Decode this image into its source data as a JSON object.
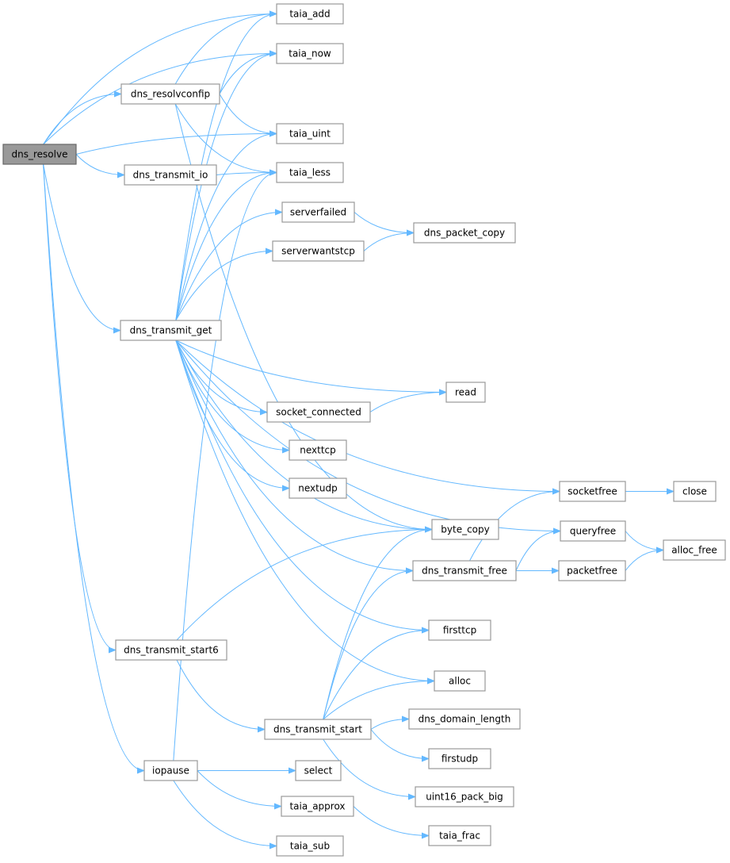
{
  "graph": {
    "root": "dns_resolve",
    "colors": {
      "edge": "#63b8ff",
      "node_border": "#999999",
      "root_fill": "#999999"
    },
    "nodes": {
      "dns_resolve": "dns_resolve",
      "taia_add": "taia_add",
      "taia_now": "taia_now",
      "dns_resolvconfip": "dns_resolvconfip",
      "taia_uint": "taia_uint",
      "taia_less": "taia_less",
      "dns_transmit_io": "dns_transmit_io",
      "serverfailed": "serverfailed",
      "dns_packet_copy": "dns_packet_copy",
      "serverwantstcp": "serverwantstcp",
      "dns_transmit_get": "dns_transmit_get",
      "read": "read",
      "socket_connected": "socket_connected",
      "nexttcp": "nexttcp",
      "nextudp": "nextudp",
      "socketfree": "socketfree",
      "close": "close",
      "byte_copy": "byte_copy",
      "queryfree": "queryfree",
      "alloc_free": "alloc_free",
      "dns_transmit_free": "dns_transmit_free",
      "packetfree": "packetfree",
      "firsttcp": "firsttcp",
      "dns_transmit_start6": "dns_transmit_start6",
      "alloc": "alloc",
      "dns_domain_length": "dns_domain_length",
      "dns_transmit_start": "dns_transmit_start",
      "firstudp": "firstudp",
      "iopause": "iopause",
      "select": "select",
      "uint16_pack_big": "uint16_pack_big",
      "taia_approx": "taia_approx",
      "taia_frac": "taia_frac",
      "taia_sub": "taia_sub"
    },
    "edges": [
      [
        "dns_resolve",
        "taia_add"
      ],
      [
        "dns_resolve",
        "taia_now"
      ],
      [
        "dns_resolve",
        "dns_resolvconfip"
      ],
      [
        "dns_resolve",
        "taia_uint"
      ],
      [
        "dns_resolve",
        "dns_transmit_io"
      ],
      [
        "dns_resolve",
        "dns_transmit_get"
      ],
      [
        "dns_resolve",
        "dns_transmit_start6"
      ],
      [
        "dns_resolve",
        "iopause"
      ],
      [
        "dns_resolvconfip",
        "taia_add"
      ],
      [
        "dns_resolvconfip",
        "taia_now"
      ],
      [
        "dns_resolvconfip",
        "taia_uint"
      ],
      [
        "dns_resolvconfip",
        "taia_less"
      ],
      [
        "dns_resolvconfip",
        "byte_copy"
      ],
      [
        "dns_transmit_io",
        "taia_less"
      ],
      [
        "dns_transmit_get",
        "taia_add"
      ],
      [
        "dns_transmit_get",
        "taia_now"
      ],
      [
        "dns_transmit_get",
        "taia_uint"
      ],
      [
        "dns_transmit_get",
        "taia_less"
      ],
      [
        "dns_transmit_get",
        "serverfailed"
      ],
      [
        "dns_transmit_get",
        "serverwantstcp"
      ],
      [
        "dns_transmit_get",
        "socketfree"
      ],
      [
        "dns_transmit_get",
        "queryfree"
      ],
      [
        "dns_transmit_get",
        "read"
      ],
      [
        "dns_transmit_get",
        "socket_connected"
      ],
      [
        "dns_transmit_get",
        "nexttcp"
      ],
      [
        "dns_transmit_get",
        "nextudp"
      ],
      [
        "dns_transmit_get",
        "byte_copy"
      ],
      [
        "dns_transmit_get",
        "dns_transmit_free"
      ],
      [
        "dns_transmit_get",
        "firsttcp"
      ],
      [
        "dns_transmit_get",
        "alloc"
      ],
      [
        "serverfailed",
        "dns_packet_copy"
      ],
      [
        "serverwantstcp",
        "dns_packet_copy"
      ],
      [
        "socket_connected",
        "read"
      ],
      [
        "socketfree",
        "close"
      ],
      [
        "queryfree",
        "alloc_free"
      ],
      [
        "packetfree",
        "alloc_free"
      ],
      [
        "dns_transmit_free",
        "socketfree"
      ],
      [
        "dns_transmit_free",
        "queryfree"
      ],
      [
        "dns_transmit_free",
        "packetfree"
      ],
      [
        "dns_transmit_start6",
        "byte_copy"
      ],
      [
        "dns_transmit_start6",
        "dns_transmit_start"
      ],
      [
        "dns_transmit_start",
        "byte_copy"
      ],
      [
        "dns_transmit_start",
        "dns_transmit_free"
      ],
      [
        "dns_transmit_start",
        "firsttcp"
      ],
      [
        "dns_transmit_start",
        "alloc"
      ],
      [
        "dns_transmit_start",
        "dns_domain_length"
      ],
      [
        "dns_transmit_start",
        "firstudp"
      ],
      [
        "dns_transmit_start",
        "uint16_pack_big"
      ],
      [
        "iopause",
        "taia_less"
      ],
      [
        "iopause",
        "select"
      ],
      [
        "iopause",
        "taia_approx"
      ],
      [
        "iopause",
        "taia_sub"
      ],
      [
        "taia_approx",
        "taia_frac"
      ]
    ]
  }
}
